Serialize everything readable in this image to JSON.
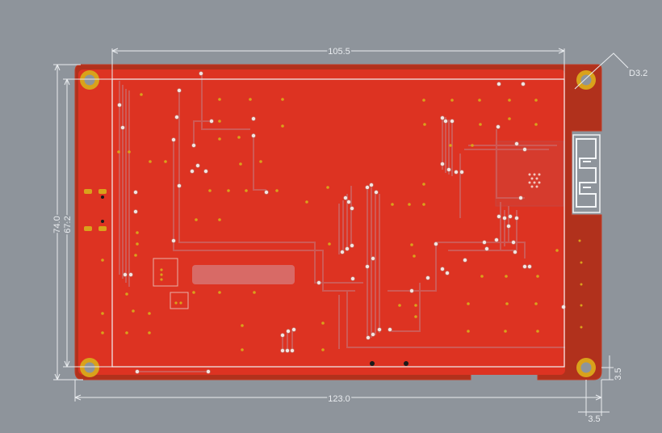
{
  "dimensions": {
    "inner_width": "105.5",
    "outer_width": "123.0",
    "outer_height": "74.0",
    "inner_height": "67.2",
    "hole_diameter": "D3.2",
    "hole_offset_x": "3.5",
    "hole_offset_y": "3.5"
  },
  "colors": {
    "background": "#8e949b",
    "board": "#b1311c",
    "board_edge": "#c23a23",
    "copper_pour": "#dd3322",
    "trace": "#cf5a55",
    "dimension_line": "#e9ecef",
    "pad_gold": "#d9a21b"
  },
  "icons": {
    "mounting_hole": "gold-ring-hole",
    "antenna": "meander-antenna-outline"
  }
}
